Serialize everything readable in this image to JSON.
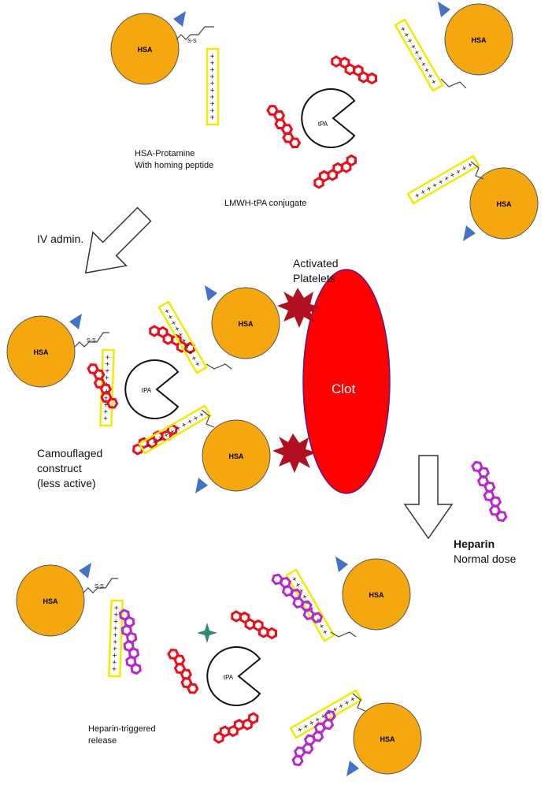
{
  "labels": {
    "hsa": "HSA",
    "tpa": "tPA",
    "clot": "Clot",
    "disulfide": "S-S",
    "hsa_protamine": "HSA-Protamine\nWith homing peptide",
    "lmwh_tpa": "LMWH-tPA conjugate",
    "iv_admin": "IV admin.",
    "activated_platelets": "Activated\nPlatelets",
    "camouflaged": "Camouflaged\nconstruct\n(less active)",
    "heparin_bold": "Heparin",
    "heparin_dose": "Normal dose",
    "heparin_triggered": "Heparin-triggered\nrelease"
  },
  "colors": {
    "hsa_fill": "#F5A70F",
    "homing_peptide": "#4472C4",
    "protamine_box": "#FFFF00",
    "lmwh_chain": "#E8101A",
    "heparin_chain": "#B52BC9",
    "clot": "#FF0000",
    "platelet": "#B01020",
    "star": "#2E8B6E"
  }
}
